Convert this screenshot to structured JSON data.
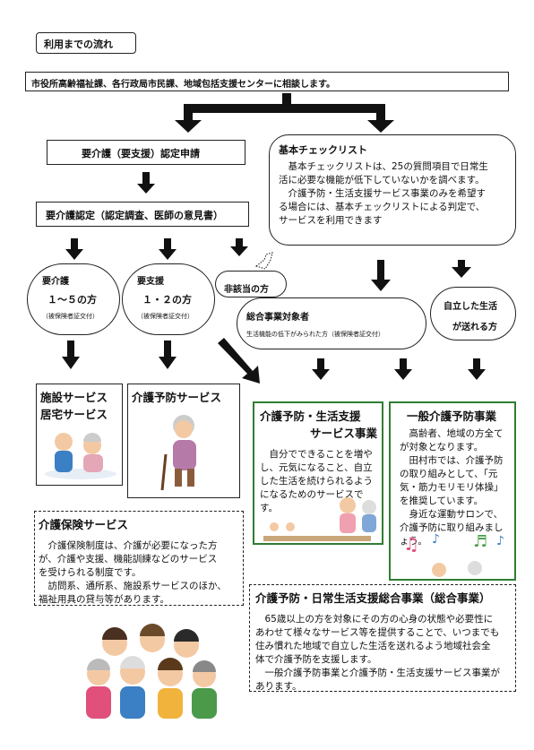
{
  "page_title": "利用までの流れ",
  "consult": "市役所高齢福祉課、各行政局市民課、地域包括支援センターに相談します。",
  "application": "要介護（要支援）認定申請",
  "certification": "要介護認定（認定調査、医師の意見書）",
  "checklist": {
    "title": "基本チェックリスト",
    "lines": [
      "　基本チェックリストは、25の質問項目で日常生",
      "活に必要な機能が低下していないかを調べます。",
      "　介護予防・生活支援サービス事業のみを希望す",
      "る場合には、基本チェックリストによる判定で、",
      "サービスを利用できます"
    ]
  },
  "care_need": {
    "title": "要介護",
    "range": "１～５の方",
    "note": "（被保険者証交付）"
  },
  "support_need": {
    "title": "要支援",
    "range": "１・２の方",
    "note": "（被保険者証交付）"
  },
  "not_applicable": "非該当の方",
  "general_target": {
    "title": "総合事業対象者",
    "note": "生活機能の低下がみられた方（被保険者証交付）"
  },
  "independent": {
    "line1": "自立した生活",
    "line2": "が送れる方"
  },
  "facility_service": {
    "line1": "施設サービス",
    "line2": "居宅サービス"
  },
  "prevention_service": "介護予防サービス",
  "living_support": {
    "title1": "介護予防・生活支援",
    "title2": "サービス事業",
    "lines": [
      "　自分でできることを増や",
      "し、元気になること、自立",
      "した生活を続けられるよう",
      "になるためのサービスで",
      "す。"
    ]
  },
  "general_prevention": {
    "title": "一般介護予防事業",
    "lines": [
      "　高齢者、地域の方全て",
      "が対象となります。",
      "　田村市では、介護予防",
      "の取り組みとして、「元",
      "気・筋力モリモリ体操」",
      "を推奨しています。",
      "　身近な運動サロンで、",
      "介護予防に取り組みまし",
      "ょう。"
    ]
  },
  "insurance": {
    "title": "介護保険サービス",
    "lines": [
      "　介護保険制度は、介護が必要になった方",
      "が、介護や支援、機能訓練などのサービス",
      "を受けられる制度です。",
      "　訪問系、通所系、施設系サービスのほか、",
      "福祉用具の貸与等があります。"
    ]
  },
  "comprehensive": {
    "title": "介護予防・日常生活支援総合事業（総合事業）",
    "lines": [
      "　65歳以上の方を対象にその方の心身の状態や必要性に",
      "あわせて様々なサービス等を提供することで、いつまでも",
      "住み慣れた地域で自立した生活を送れるよう地域社会全",
      "体で介護予防を支援します。",
      "　一般介護予防事業と介護予防・生活支援サービス事業が",
      "あります。"
    ]
  },
  "colors": {
    "green": "#2f7d32",
    "arrow": "#111111"
  }
}
